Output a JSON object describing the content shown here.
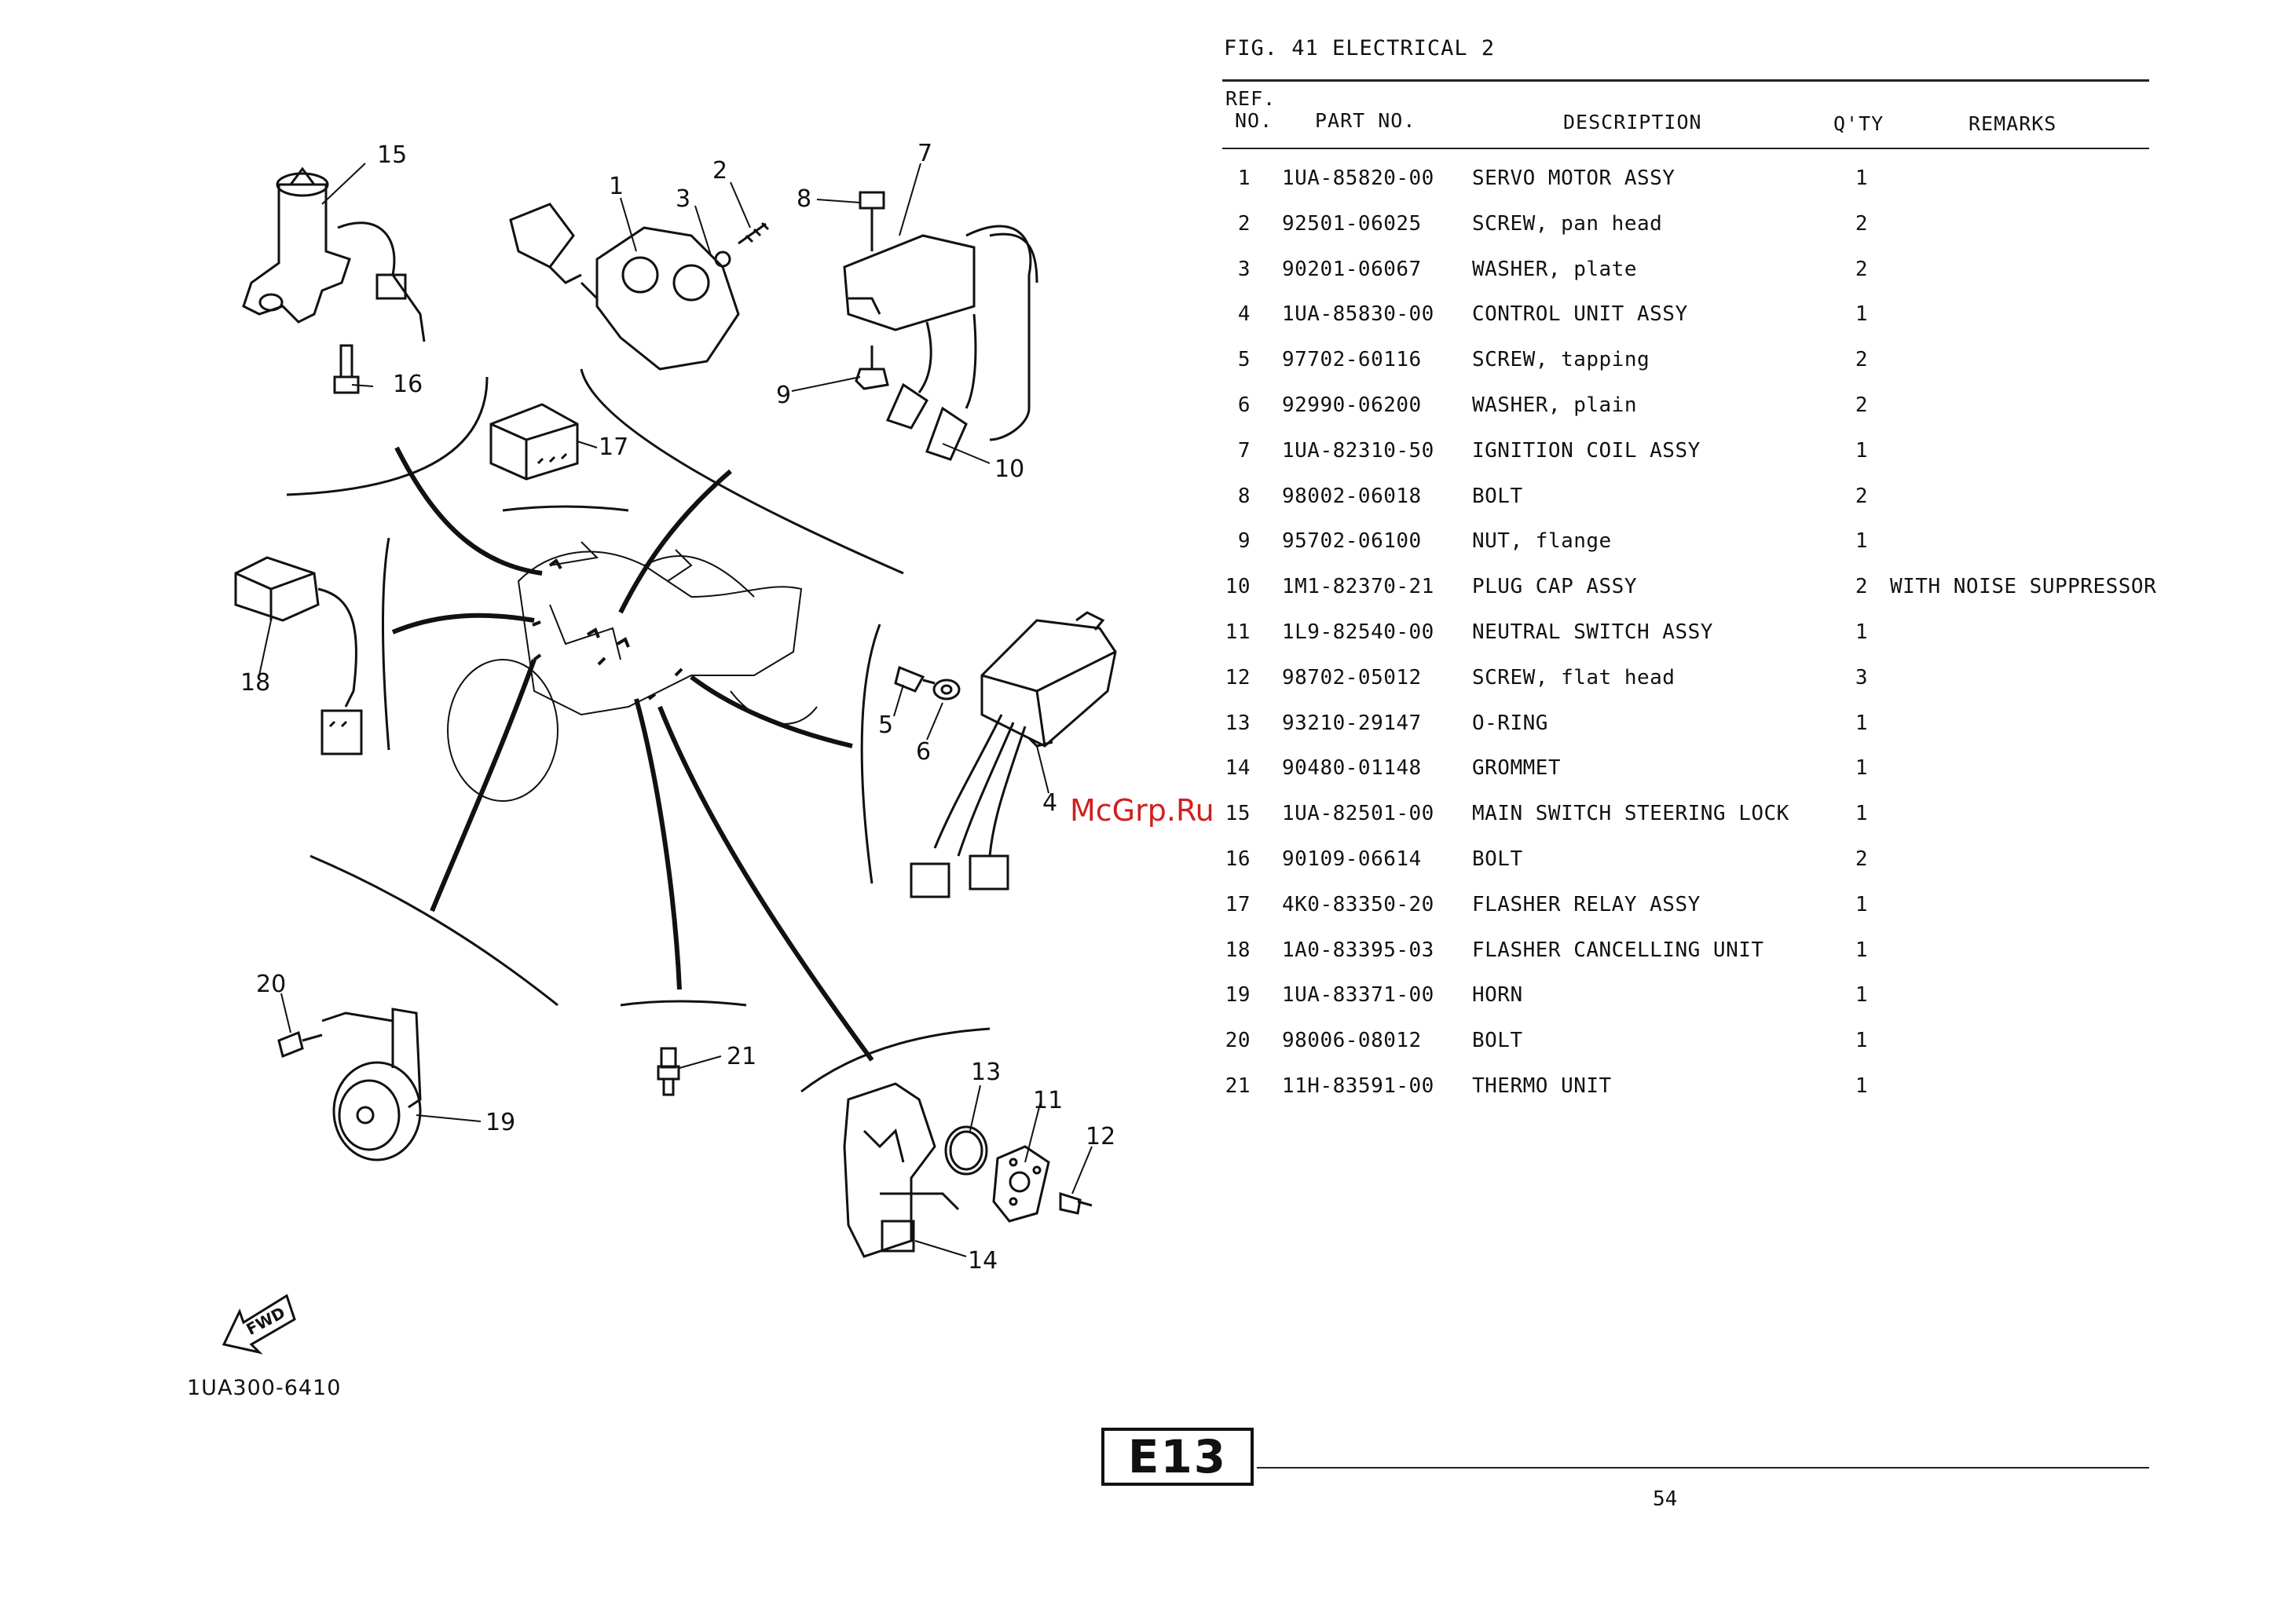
{
  "header": {
    "fig_title": "FIG. 41  ELECTRICAL 2"
  },
  "table": {
    "columns": {
      "ref_line1": "REF.",
      "ref_line2": "NO.",
      "part": "PART NO.",
      "description": "DESCRIPTION",
      "qty": "Q'TY",
      "remarks": "REMARKS"
    },
    "rows": [
      {
        "ref": "1",
        "part": "1UA-85820-00",
        "desc": "SERVO MOTOR ASSY",
        "qty": "1",
        "remarks": ""
      },
      {
        "ref": "2",
        "part": "92501-06025",
        "desc": "SCREW, pan head",
        "qty": "2",
        "remarks": ""
      },
      {
        "ref": "3",
        "part": "90201-06067",
        "desc": "WASHER, plate",
        "qty": "2",
        "remarks": ""
      },
      {
        "ref": "4",
        "part": "1UA-85830-00",
        "desc": "CONTROL UNIT ASSY",
        "qty": "1",
        "remarks": ""
      },
      {
        "ref": "5",
        "part": "97702-60116",
        "desc": "SCREW, tapping",
        "qty": "2",
        "remarks": ""
      },
      {
        "ref": "6",
        "part": "92990-06200",
        "desc": "WASHER, plain",
        "qty": "2",
        "remarks": ""
      },
      {
        "ref": "7",
        "part": "1UA-82310-50",
        "desc": "IGNITION COIL ASSY",
        "qty": "1",
        "remarks": ""
      },
      {
        "ref": "8",
        "part": "98002-06018",
        "desc": "BOLT",
        "qty": "2",
        "remarks": ""
      },
      {
        "ref": "9",
        "part": "95702-06100",
        "desc": "NUT, flange",
        "qty": "1",
        "remarks": ""
      },
      {
        "ref": "10",
        "part": "1M1-82370-21",
        "desc": "PLUG CAP ASSY",
        "qty": "2",
        "remarks": "WITH NOISE SUPPRESSOR"
      },
      {
        "ref": "11",
        "part": "1L9-82540-00",
        "desc": "NEUTRAL SWITCH ASSY",
        "qty": "1",
        "remarks": ""
      },
      {
        "ref": "12",
        "part": "98702-05012",
        "desc": "SCREW, flat head",
        "qty": "3",
        "remarks": ""
      },
      {
        "ref": "13",
        "part": "93210-29147",
        "desc": "O-RING",
        "qty": "1",
        "remarks": ""
      },
      {
        "ref": "14",
        "part": "90480-01148",
        "desc": "GROMMET",
        "qty": "1",
        "remarks": ""
      },
      {
        "ref": "15",
        "part": "1UA-82501-00",
        "desc": "MAIN SWITCH STEERING LOCK",
        "qty": "1",
        "remarks": ""
      },
      {
        "ref": "16",
        "part": "90109-06614",
        "desc": "BOLT",
        "qty": "2",
        "remarks": ""
      },
      {
        "ref": "17",
        "part": "4K0-83350-20",
        "desc": "FLASHER RELAY ASSY",
        "qty": "1",
        "remarks": ""
      },
      {
        "ref": "18",
        "part": "1A0-83395-03",
        "desc": "FLASHER CANCELLING UNIT",
        "qty": "1",
        "remarks": ""
      },
      {
        "ref": "19",
        "part": "1UA-83371-00",
        "desc": "HORN",
        "qty": "1",
        "remarks": ""
      },
      {
        "ref": "20",
        "part": "98006-08012",
        "desc": "BOLT",
        "qty": "1",
        "remarks": ""
      },
      {
        "ref": "21",
        "part": "11H-83591-00",
        "desc": "THERMO UNIT",
        "qty": "1",
        "remarks": ""
      }
    ]
  },
  "diagram": {
    "callouts": [
      "1",
      "2",
      "3",
      "4",
      "5",
      "6",
      "7",
      "8",
      "9",
      "10",
      "11",
      "12",
      "13",
      "14",
      "15",
      "16",
      "17",
      "18",
      "19",
      "20",
      "21"
    ],
    "fwd_label": "FWD",
    "drawing_code": "1UA300-6410"
  },
  "watermark": "McGrp.Ru",
  "footer": {
    "page_code": "E13",
    "page_number": "54"
  }
}
